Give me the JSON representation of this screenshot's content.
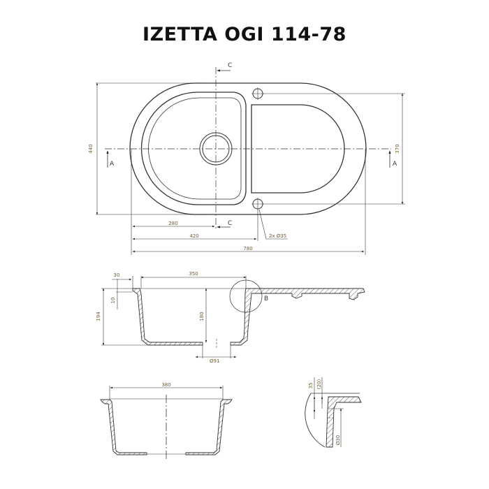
{
  "title": "IZETTA OGI 114-78",
  "plan_view": {
    "dims": {
      "overall_width": "780",
      "overall_height": "440",
      "hole_spacing": "370",
      "bowl_center": "280",
      "bowl_width": "420",
      "holes": "2x Ø35"
    },
    "section_labels": {
      "a_left": "A",
      "a_right": "A",
      "c_top": "C",
      "c_bottom": "C"
    }
  },
  "section_a": {
    "dims": {
      "rim": "30",
      "bowl_width": "350",
      "lip": "10",
      "total_depth": "194",
      "inner_depth": "180",
      "drain": "Ø91"
    },
    "detail_label": "B"
  },
  "section_c": {
    "dims": {
      "width": "380"
    }
  },
  "detail_b": {
    "dims": {
      "d1": "35",
      "d2": "(20)",
      "d3": "Ø30"
    }
  },
  "colors": {
    "line": "#333333",
    "dim_text": "#6b5a3a",
    "background": "#ffffff"
  }
}
